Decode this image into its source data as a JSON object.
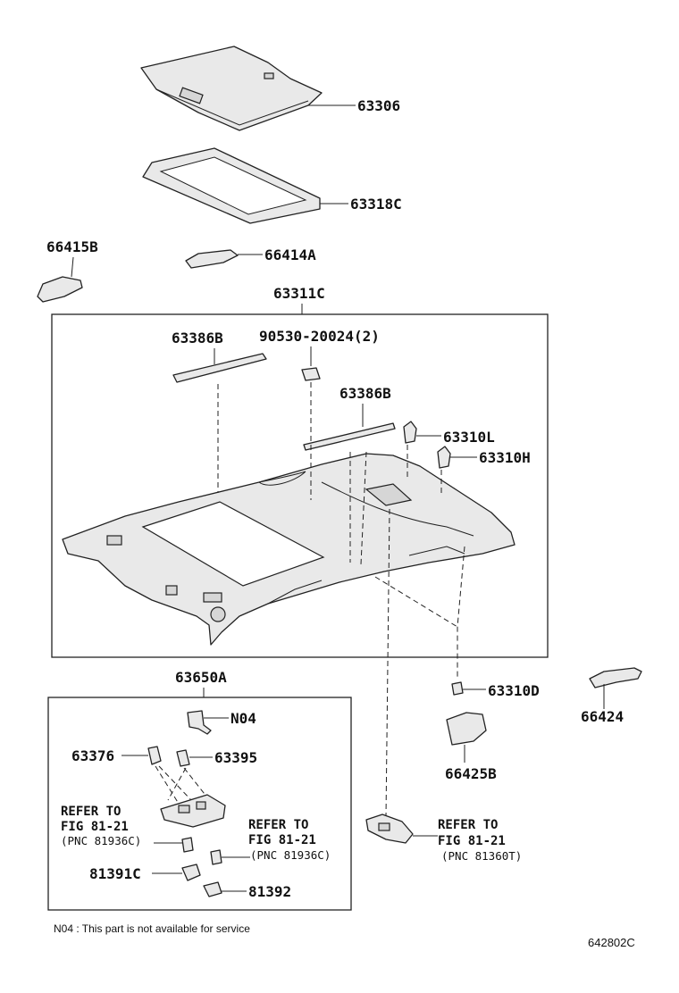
{
  "labels": {
    "sunshade": "63306",
    "sunroof_seal": "63318C",
    "clip_left": "66415B",
    "bracket_upper": "66414A",
    "headliner": "63311C",
    "strip_front": "63386B",
    "clip_bolt": "90530-20024(2)",
    "strip_rear": "63386B",
    "holder_left": "63310L",
    "holder_right": "63310H",
    "lamp_box": "63650A",
    "n04": "N04",
    "screw_a": "63376",
    "screw_b": "63395",
    "holder_d": "63310D",
    "bracket_right": "66424",
    "bracket_b": "66425B",
    "cover_c": "81391C",
    "cover": "81392"
  },
  "refs": [
    {
      "line1": "REFER TO",
      "line2": "FIG 81-21",
      "line3": "(PNC 81936C)"
    },
    {
      "line1": "REFER TO",
      "line2": "FIG 81-21",
      "line3": "(PNC 81936C)"
    },
    {
      "line1": "REFER TO",
      "line2": "FIG 81-21",
      "line3": "(PNC 81360T)"
    }
  ],
  "note": "N04 : This part is not available for service",
  "diagram_code": "642802C",
  "colors": {
    "line": "#222222",
    "part_fill": "#e9e9e9",
    "background": "#ffffff"
  }
}
